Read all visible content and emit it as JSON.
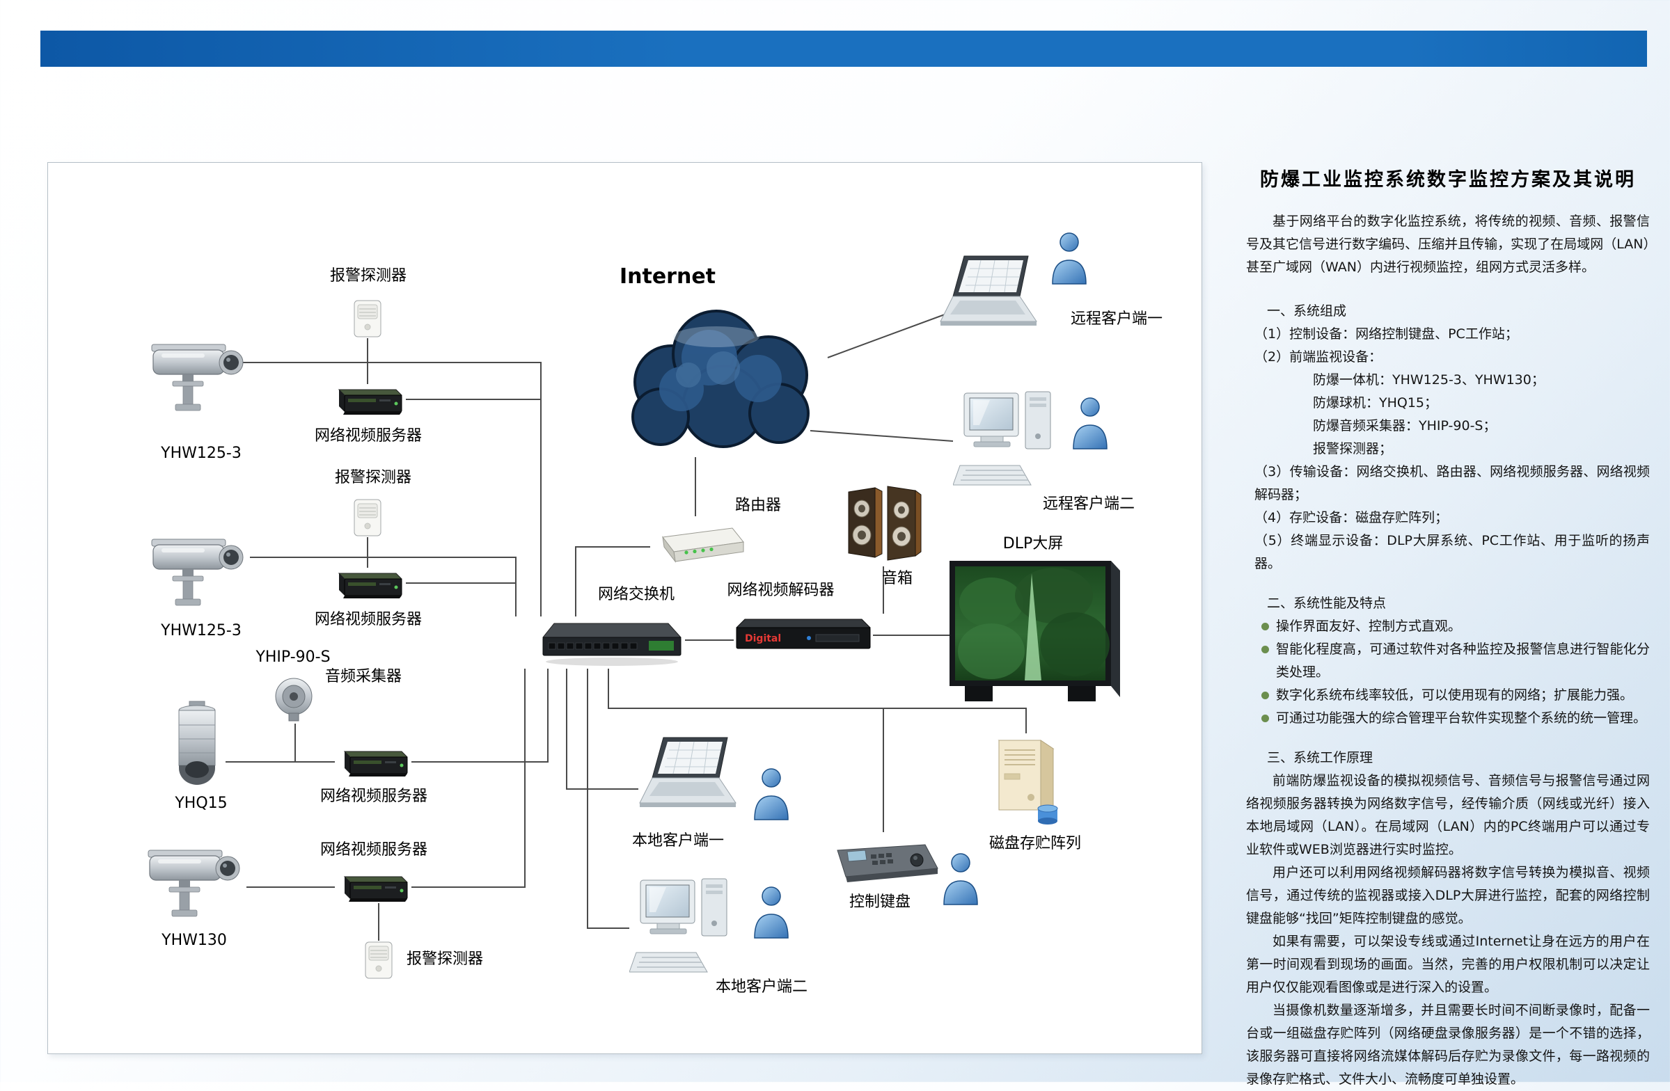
{
  "theme": {
    "header_bar": "#1a70bf",
    "person_blue": "#3572b5",
    "bullet_green": "#6b8e4e",
    "cloud_navy": "#1d3e63"
  },
  "diagram": {
    "labels": {
      "internet": "Internet",
      "alarm_detector": "报警探测器",
      "video_server": "网络视频服务器",
      "camera_yhw125": "YHW125-3",
      "camera_yhw130": "YHW130",
      "dome_yhq15": "YHQ15",
      "audio_model": "YHIP-90-S",
      "audio_collector": "音频采集器",
      "router": "路由器",
      "switch": "网络交换机",
      "decoder": "网络视频解码器",
      "decoder_text": "Digital",
      "speaker": "音箱",
      "dlp": "DLP大屏",
      "remote_client1": "远程客户端一",
      "remote_client2": "远程客户端二",
      "local_client1": "本地客户端一",
      "local_client2": "本地客户端二",
      "control_keyboard": "控制键盘",
      "disk_array": "磁盘存贮阵列"
    }
  },
  "doc": {
    "title": "防爆工业监控系统数字监控方案及其说明",
    "intro": "基于网络平台的数字化监控系统，将传统的视频、音频、报警信号及其它信号进行数字编码、压缩并且传输，实现了在局域网（LAN）甚至广域网（WAN）内进行视频监控，组网方式灵活多样。",
    "s1": {
      "heading": "一、系统组成",
      "items": [
        "（1）控制设备：网络控制键盘、PC工作站；",
        "（2）前端监视设备：",
        "防爆一体机：YHW125-3、YHW130；",
        "防爆球机：YHQ15；",
        "防爆音频采集器：YHIP-90-S；",
        "报警探测器；",
        "（3）传输设备：网络交换机、路由器、网络视频服务器、网络视频解码器；",
        "（4）存贮设备：磁盘存贮阵列；",
        "（5）终端显示设备：DLP大屏系统、PC工作站、用于监听的扬声器。"
      ]
    },
    "s2": {
      "heading": "二、系统性能及特点",
      "bullets": [
        "操作界面友好、控制方式直观。",
        "智能化程度高，可通过软件对各种监控及报警信息进行智能化分类处理。",
        "数字化系统布线率较低，可以使用现有的网络；扩展能力强。",
        "可通过功能强大的综合管理平台软件实现整个系统的统一管理。"
      ]
    },
    "s3": {
      "heading": "三、系统工作原理",
      "paragraphs": [
        "前端防爆监视设备的模拟视频信号、音频信号与报警信号通过网络视频服务器转换为网络数字信号，经传输介质（网线或光纤）接入本地局域网（LAN）。在局域网（LAN）内的PC终端用户可以通过专业软件或WEB浏览器进行实时监控。",
        "用户还可以利用网络视频解码器将数字信号转换为模拟音、视频信号，通过传统的监视器或接入DLP大屏进行监控，配套的网络控制键盘能够“找回”矩阵控制键盘的感觉。",
        "如果有需要，可以架设专线或通过Internet让身在远方的用户在第一时间观看到现场的画面。当然，完善的用户权限机制可以决定让用户仅仅能观看图像或是进行深入的设置。",
        "当摄像机数量逐渐增多，并且需要长时间不间断录像时，配备一台或一组磁盘存贮阵列（网络硬盘录像服务器）是一个不错的选择，该服务器可直接将网络流媒体解码后存贮为录像文件，每一路视频的录像存贮格式、文件大小、流畅度可单独设置。"
      ]
    }
  }
}
